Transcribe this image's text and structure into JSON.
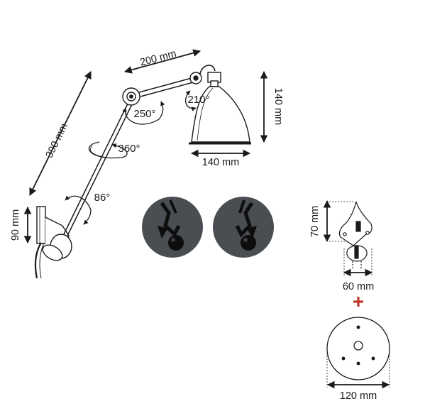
{
  "diagram": {
    "dimensions": {
      "arm_length": "390 mm",
      "upper_arm_length": "200 mm",
      "shade_height": "140 mm",
      "shade_diameter": "140 mm",
      "wall_plate_height": "90 mm",
      "bracket_height": "70 mm",
      "bracket_width": "60 mm",
      "ceiling_plate_diameter": "120 mm"
    },
    "angles": {
      "shade_tilt": "210°",
      "elbow_rotation": "250°",
      "arm_spin": "360°",
      "base_pivot": "86°"
    },
    "colors": {
      "line": "#1a1a1a",
      "detail_circle": "#4a4d52",
      "plus_sign": "#c0392b"
    },
    "icons": {
      "plus": "plus-sign-icon",
      "rotation": "rotation-arrow-icon"
    }
  }
}
